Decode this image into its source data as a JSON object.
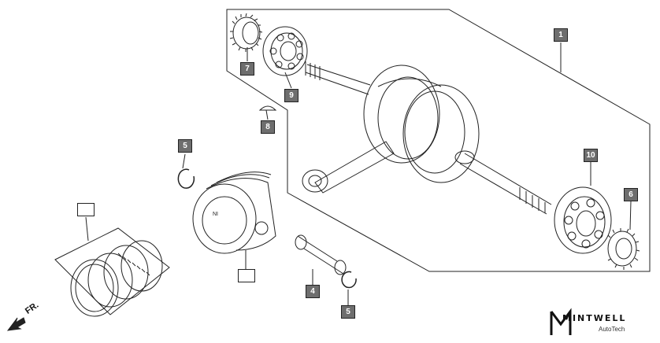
{
  "callouts": {
    "c1": "1",
    "c4": "4",
    "c5a": "5",
    "c5b": "5",
    "c6": "6",
    "c7": "7",
    "c8": "8",
    "c9": "9",
    "c10": "10",
    "ring_set": "",
    "piston": ""
  },
  "direction": {
    "label": "FR."
  },
  "brand": {
    "name": "MINTWELL",
    "subtitle": "AutoTech"
  },
  "colors": {
    "callout_fill": "#6e6e6e",
    "line": "#222222"
  }
}
